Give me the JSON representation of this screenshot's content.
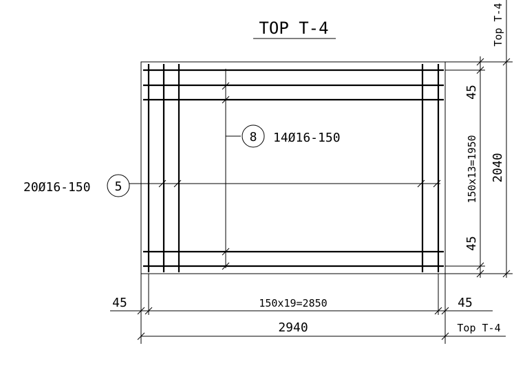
{
  "drawing": {
    "title": "TOP T-4",
    "callout_top_marker": "8",
    "callout_top_spec": "14Ø16-150",
    "callout_left_marker": "5",
    "callout_left_spec": "20Ø16-150",
    "dim_bottom_edge_left": "45",
    "dim_bottom_middle": "150x19=2850",
    "dim_bottom_edge_right": "45",
    "dim_bottom_total": "2940",
    "dim_right_edge_top": "45",
    "dim_right_middle": "150x13=1950",
    "dim_right_edge_bottom": "45",
    "dim_right_total": "2040",
    "reference_bottom": "Top T-4",
    "reference_right": "Top T-4"
  }
}
